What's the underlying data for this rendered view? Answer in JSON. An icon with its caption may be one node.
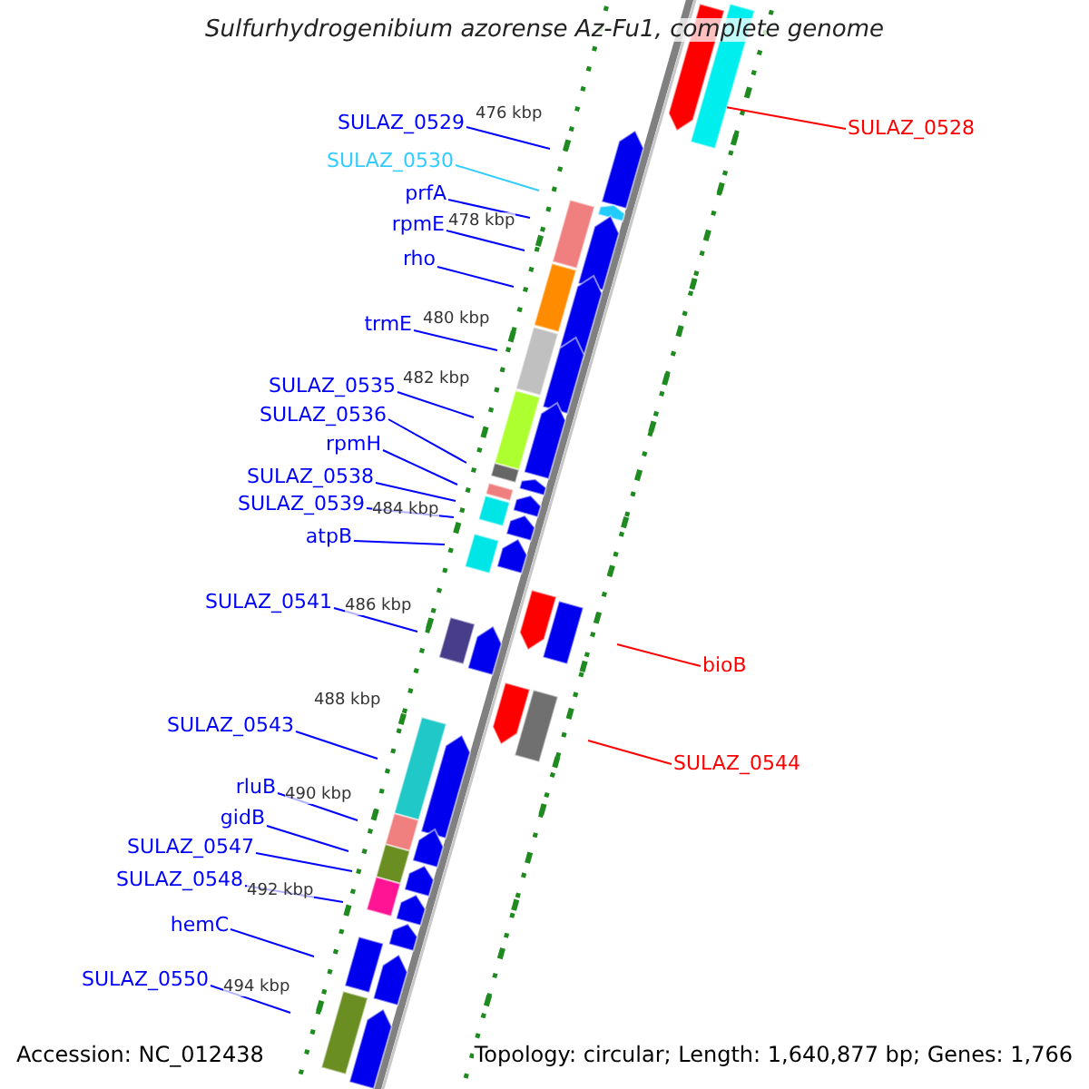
{
  "diagram": {
    "title": "Sulfurhydrogenibium azorense Az-Fu1, complete genome",
    "nodes": [
      {
        "text": [
          "SULAZ_0529"
        ]
      },
      {
        "text": [
          "SULAZ_0530"
        ]
      },
      {
        "text": [
          "prfA"
        ]
      },
      {
        "text": [
          "rpmE"
        ]
      },
      {
        "text": [
          "rho"
        ]
      },
      {
        "text": [
          "trmE"
        ]
      },
      {
        "text": [
          "SULAZ_0535"
        ]
      },
      {
        "text": [
          "SULAZ_0536"
        ]
      },
      {
        "text": [
          "rpmH"
        ]
      },
      {
        "text": [
          "SULAZ_0538"
        ]
      },
      {
        "text": [
          "SULAZ_0539"
        ]
      },
      {
        "text": [
          "atpB"
        ]
      },
      {
        "text": [
          "SULAZ_0541"
        ]
      },
      {
        "text": [
          "SULAZ_0543"
        ]
      },
      {
        "text": [
          "rluB"
        ]
      },
      {
        "text": [
          "gidB"
        ]
      },
      {
        "text": [
          "SULAZ_0547"
        ]
      },
      {
        "text": [
          "SULAZ_0548"
        ]
      },
      {
        "text": [
          "hemC"
        ]
      },
      {
        "text": [
          "SULAZ_0550"
        ]
      },
      {
        "text": [
          "SULAZ_0528"
        ]
      },
      {
        "text": [
          "bioB"
        ]
      },
      {
        "text": [
          "SULAZ_0544"
        ]
      },
      {
        "text": [],
        "shape": "bar"
      }
    ],
    "edges": [
      {
        "from": 0,
        "to": null,
        "arrow": "none"
      },
      {
        "from": 1,
        "to": null,
        "arrow": "none",
        "color": "#33ccff"
      },
      {
        "from": 2,
        "to": null,
        "arrow": "none"
      },
      {
        "from": 3,
        "to": null,
        "arrow": "none"
      },
      {
        "from": 4,
        "to": null,
        "arrow": "none"
      },
      {
        "from": 5,
        "to": null,
        "arrow": "none"
      },
      {
        "from": 6,
        "to": null,
        "arrow": "none"
      },
      {
        "from": 7,
        "to": null,
        "arrow": "none"
      },
      {
        "from": 8,
        "to": null,
        "arrow": "none"
      },
      {
        "from": 9,
        "to": null,
        "arrow": "none"
      },
      {
        "from": 10,
        "to": null,
        "arrow": "none"
      },
      {
        "from": 11,
        "to": null,
        "arrow": "none"
      },
      {
        "from": 12,
        "to": null,
        "arrow": "none"
      },
      {
        "from": 13,
        "to": null,
        "arrow": "none"
      },
      {
        "from": 14,
        "to": null,
        "arrow": "none"
      },
      {
        "from": 15,
        "to": null,
        "arrow": "none"
      },
      {
        "from": 16,
        "to": null,
        "arrow": "none"
      },
      {
        "from": 17,
        "to": null,
        "arrow": "none"
      },
      {
        "from": 18,
        "to": null,
        "arrow": "none"
      },
      {
        "from": 19,
        "to": null,
        "arrow": "none"
      },
      {
        "from": 20,
        "to": 23,
        "arrow": "none",
        "color": "#ff0000"
      },
      {
        "from": 21,
        "to": null,
        "arrow": "none",
        "color": "#ff0000"
      },
      {
        "from": 22,
        "to": null,
        "arrow": "none",
        "color": "#ff0000"
      }
    ],
    "labels": [
      "476 kbp",
      "478 kbp",
      "480 kbp",
      "482 kbp",
      "484 kbp",
      "486 kbp",
      "488 kbp",
      "490 kbp",
      "492 kbp",
      "494 kbp",
      "Accession: NC_012438",
      "Topology: circular; Length: 1,640,877 bp; Genes: 1,766"
    ]
  }
}
